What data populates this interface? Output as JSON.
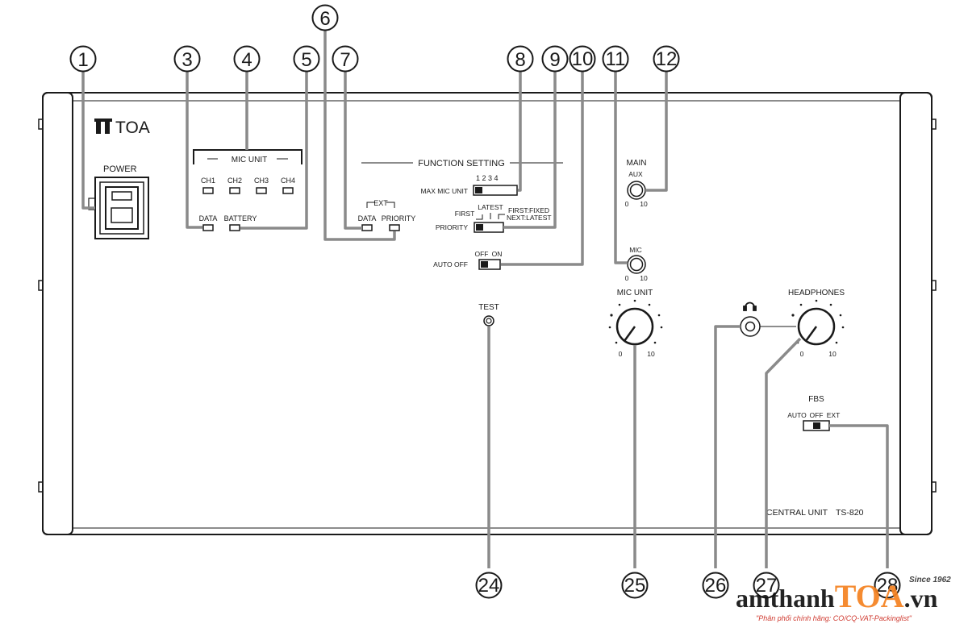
{
  "callouts": {
    "c1": "1",
    "c3": "3",
    "c4": "4",
    "c5": "5",
    "c6": "6",
    "c7": "7",
    "c8": "8",
    "c9": "9",
    "c10": "10",
    "c11": "11",
    "c12": "12",
    "c24": "24",
    "c25": "25",
    "c26": "26",
    "c27": "27",
    "c28": "28"
  },
  "panel": {
    "brand": "TOA",
    "model_label": "CENTRAL UNIT",
    "model_number": "TS-820"
  },
  "power": {
    "label": "POWER"
  },
  "mic_unit_leds": {
    "title": "MIC UNIT",
    "channels": [
      "CH1",
      "CH2",
      "CH3",
      "CH4"
    ],
    "data_label": "DATA",
    "battery_label": "BATTERY"
  },
  "ext": {
    "title": "EXT",
    "data_label": "DATA",
    "priority_label": "PRIORITY"
  },
  "function_setting": {
    "title": "FUNCTION SETTING",
    "max_mic_unit": {
      "label": "MAX MIC UNIT",
      "positions": "1 2 3 4"
    },
    "priority": {
      "label": "PRIORITY",
      "first": "FIRST",
      "latest": "LATEST",
      "first_fixed": "FIRST:FIXED",
      "next_latest": "NEXT:LATEST"
    },
    "auto_off": {
      "label": "AUTO OFF",
      "off": "OFF",
      "on": "ON"
    }
  },
  "main": {
    "title": "MAIN",
    "aux_label": "AUX",
    "aux_min": "0",
    "aux_max": "10",
    "mic_label": "MIC",
    "mic_min": "0",
    "mic_max": "10"
  },
  "test": {
    "label": "TEST"
  },
  "mic_unit_volume": {
    "label": "MIC UNIT",
    "min": "0",
    "max": "10"
  },
  "headphones": {
    "label": "HEADPHONES",
    "min": "0",
    "max": "10",
    "icon": "headphones-icon"
  },
  "fbs": {
    "title": "FBS",
    "auto": "AUTO",
    "off": "OFF",
    "ext": "EXT"
  },
  "watermark": {
    "brand_prefix": "amthanh",
    "brand_mark": "TOA",
    "brand_suffix": ".vn",
    "since": "Since 1962",
    "tagline": "\"Phân phối chính hãng: CO/CQ-VAT-Packinglist\""
  }
}
